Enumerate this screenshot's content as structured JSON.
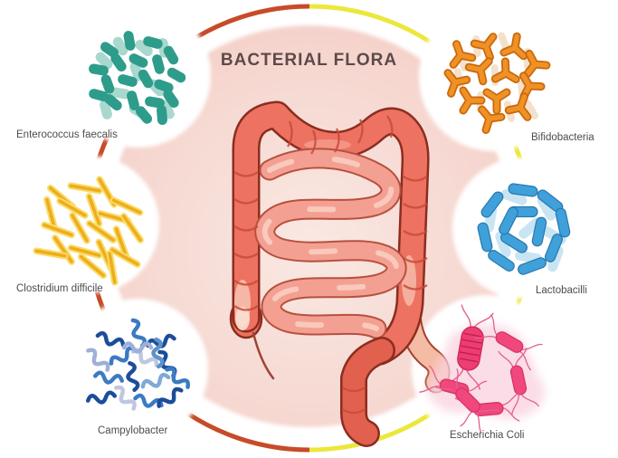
{
  "title": "BACTERIAL FLORA",
  "organisms": [
    {
      "id": "enterococcus-faecalis",
      "label": "Enterococcus faecalis",
      "color": "#2e9c8b",
      "position": "top-left"
    },
    {
      "id": "bifidobacteria",
      "label": "Bifidobacteria",
      "color": "#e8871d",
      "position": "top-right"
    },
    {
      "id": "clostridium-difficile",
      "label": "Clostridium difficile",
      "color": "#efac1c",
      "position": "middle-left"
    },
    {
      "id": "lactobacilli",
      "label": "Lactobacilli",
      "color": "#3fa0da",
      "position": "middle-right"
    },
    {
      "id": "campylobacter",
      "label": "Campylobacter",
      "color": "#1c4d9b",
      "position": "bottom-left"
    },
    {
      "id": "escherichia-coli",
      "label": "Escherichia Coli",
      "color": "#ee3e71",
      "position": "bottom-right"
    }
  ],
  "center_illustration": "human-intestinal-tract",
  "ring": {
    "left_half_color": "#c84a2c",
    "right_half_color": "#ece73c"
  },
  "inner_circle_color": "#f6d8d1",
  "title_color": "#5d4a4a",
  "label_color": "#4c4c4c"
}
